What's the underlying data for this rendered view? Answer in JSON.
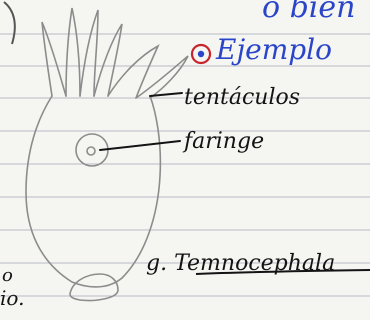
{
  "colors": {
    "paper": "#f5f5f2",
    "rule_line": "#b8bcc4",
    "pencil": "#8c8c8c",
    "black_ink": "#141414",
    "blue_ink": "#2a45c8",
    "red_ink": "#c8242c"
  },
  "header_text": {
    "top_blue": "o bien",
    "example": "Ejemplo"
  },
  "labels": {
    "tentacles": "tentáculos",
    "pharynx": "faringe",
    "genus": "g. Temnocephala"
  },
  "left_margin_fragments": {
    "top": "o",
    "bottom": "io."
  }
}
